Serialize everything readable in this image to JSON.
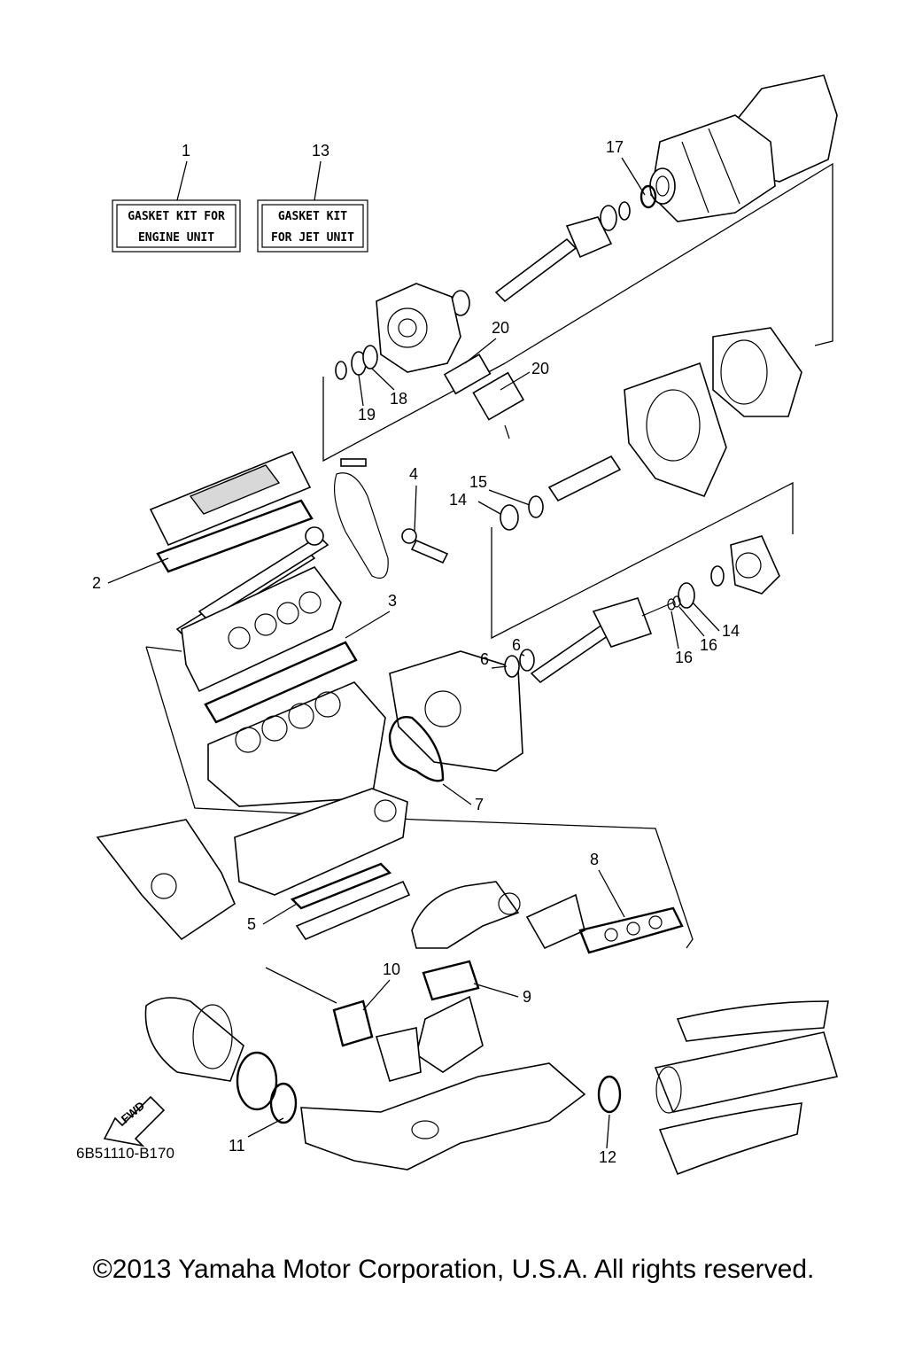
{
  "diagram": {
    "kits": [
      {
        "ref": "1",
        "line1": "GASKET KIT FOR",
        "line2": "ENGINE UNIT"
      },
      {
        "ref": "13",
        "line1": "GASKET KIT",
        "line2": "FOR JET UNIT"
      }
    ],
    "callouts": [
      "2",
      "3",
      "4",
      "5",
      "6",
      "6",
      "7",
      "8",
      "9",
      "10",
      "11",
      "12",
      "14",
      "14",
      "15",
      "16",
      "16",
      "17",
      "18",
      "19",
      "20",
      "20"
    ],
    "fwd_label": "FWD",
    "drawing_code": "6B51110-B170"
  },
  "copyright": "©2013 Yamaha Motor Corporation, U.S.A. All rights reserved."
}
